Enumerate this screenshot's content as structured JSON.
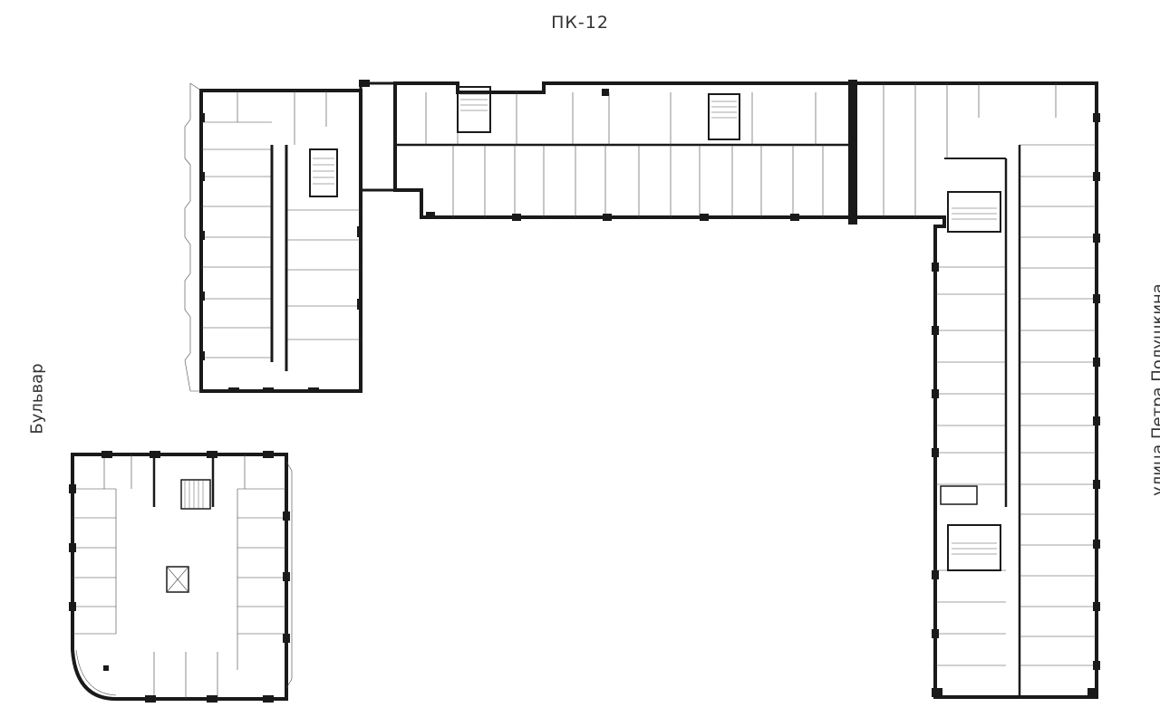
{
  "labels": {
    "top": "ПК-12",
    "left": "Бульвар",
    "right": "улица Петра Полушкина"
  },
  "colors": {
    "wall": "#1a1a1a",
    "background": "#ffffff"
  }
}
